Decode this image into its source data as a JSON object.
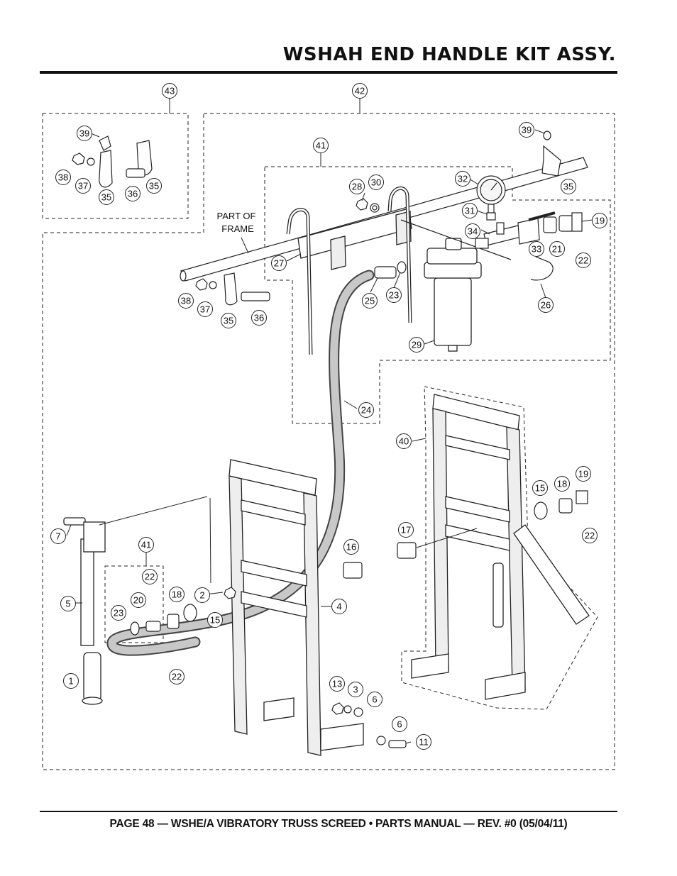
{
  "page": {
    "title": "WSHAH END HANDLE KIT ASSY.",
    "footer": "PAGE 48 — WSHE/A VIBRATORY TRUSS SCREED • PARTS MANUAL — REV. #0 (05/04/11)"
  },
  "diagram": {
    "note_line1": "PART OF",
    "note_line2": "FRAME",
    "callouts": [
      "43",
      "42",
      "39",
      "38",
      "37",
      "35",
      "36",
      "35",
      "41",
      "28",
      "30",
      "32",
      "39",
      "35",
      "31",
      "34",
      "33",
      "21",
      "19",
      "22",
      "27",
      "38",
      "37",
      "35",
      "36",
      "25",
      "23",
      "26",
      "29",
      "24",
      "40",
      "15",
      "18",
      "19",
      "22",
      "17",
      "16",
      "7",
      "41",
      "22",
      "5",
      "20",
      "18",
      "2",
      "23",
      "15",
      "22",
      "4",
      "1",
      "13",
      "3",
      "6",
      "6",
      "11"
    ]
  }
}
